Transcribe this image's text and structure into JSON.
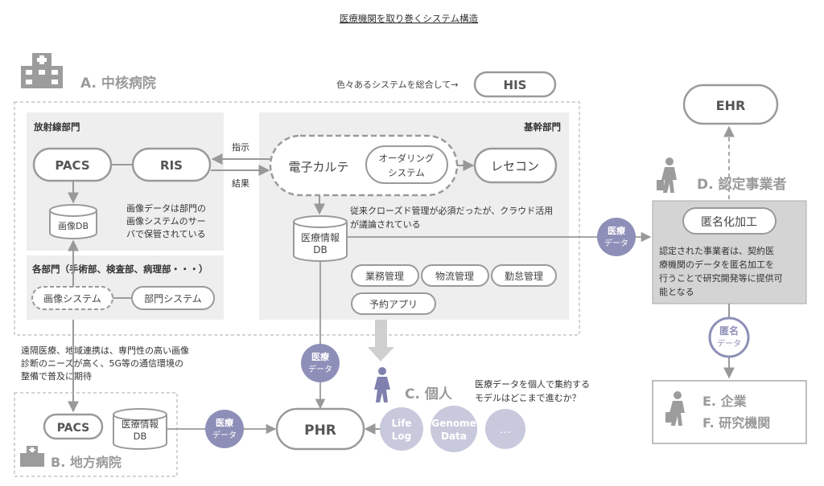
{
  "title": "医療機関を取り巻くシステム構造",
  "hospital_a": {
    "label": "A. 中核病院",
    "his_note": "色々あるシステムを総合して→",
    "his": "HIS",
    "radiology": {
      "title": "放射線部門",
      "pacs": "PACS",
      "ris": "RIS",
      "image_db": "画像DB",
      "note": [
        "画像データは部門の",
        "画像システムのサー",
        "バで保管されている"
      ]
    },
    "core": {
      "title": "基幹部門",
      "emr": "電子カルテ",
      "ordering": [
        "オーダリング",
        "システム"
      ],
      "rececon": "レセコン",
      "note": [
        "従来クローズド管理が必須だったが、クラウド活用",
        "が議論されている"
      ],
      "med_db": [
        "医療情報",
        "DB"
      ],
      "modules": [
        "業務管理",
        "物流管理",
        "勤怠管理",
        "予約アプリ"
      ]
    },
    "arrow_instruction": "指示",
    "arrow_result": "結果",
    "departments": {
      "title": "各部門（手術部、検査部、病理部・・・）",
      "image_system": "画像システム",
      "dept_system": "部門システム"
    },
    "remote_note": [
      "遠隔医療、地域連携は、専門性の高い画像",
      "診断のニーズが高く、5G等の通信環境の",
      "整備で普及に期待"
    ]
  },
  "ehr": "EHR",
  "certified": {
    "label": "D. 認定事業者",
    "anon": "匿名化加工",
    "note": [
      "認定された事業者は、契約医",
      "療機関のデータを匿名加工を",
      "行うことで研究開発等に提供可",
      "能となる"
    ]
  },
  "med_data_badge": [
    "医療",
    "データ"
  ],
  "anon_data_badge": [
    "匿名",
    "データ"
  ],
  "enterprise": {
    "e": "E. 企業",
    "f": "F. 研究機関"
  },
  "individual": {
    "label": "C. 個人",
    "note": [
      "医療データを個人で集約する",
      "モデルはどこまで進むか？"
    ],
    "phr": "PHR",
    "life_log": [
      "Life",
      "Log"
    ],
    "genome": [
      "Genome",
      "Data"
    ],
    "more": "…"
  },
  "hospital_b": {
    "label": "B. 地方病院",
    "pacs": "PACS",
    "med_db": [
      "医療情報",
      "DB"
    ]
  },
  "colors": {
    "accent": "#8e8fb8",
    "box_gray": "#eeeeee",
    "dark_gray": "#d4d4d4",
    "line": "#9a9a9a",
    "text": "#444444",
    "icon_gray": "#9c9c9c",
    "person_purple": "#7f80ad"
  }
}
